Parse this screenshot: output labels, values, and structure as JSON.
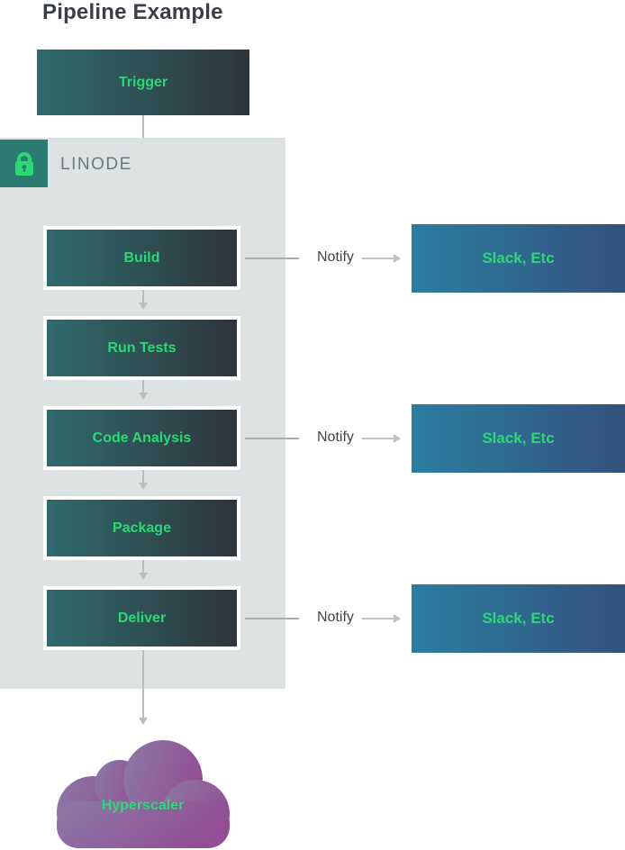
{
  "title": "Pipeline Example",
  "trigger": {
    "label": "Trigger"
  },
  "container": {
    "label": "LINODE"
  },
  "pipeline": {
    "steps": [
      {
        "label": "Build"
      },
      {
        "label": "Run Tests"
      },
      {
        "label": "Code Analysis"
      },
      {
        "label": "Package"
      },
      {
        "label": "Deliver"
      }
    ]
  },
  "notify_rows": [
    {
      "label": "Notify",
      "target": "Slack, Etc"
    },
    {
      "label": "Notify",
      "target": "Slack, Etc"
    },
    {
      "label": "Notify",
      "target": "Slack, Etc"
    }
  ],
  "cloud": {
    "label": "Hyperscaler"
  },
  "colors": {
    "accent_green": "#2bd873",
    "box_gradient_left": "#2f6b6e",
    "box_gradient_right": "#2d353b",
    "slack_gradient_left": "#2b7ea1",
    "slack_gradient_right": "#33517d",
    "container_bg": "#dce3e2",
    "lock_badge_bg": "#2c7b72",
    "cloud_gradient_left": "#8b7ba6",
    "cloud_gradient_right": "#934f96",
    "arrow_gray": "#b9bebd",
    "title_color": "#3a3f47",
    "linode_label_color": "#6f7779"
  }
}
